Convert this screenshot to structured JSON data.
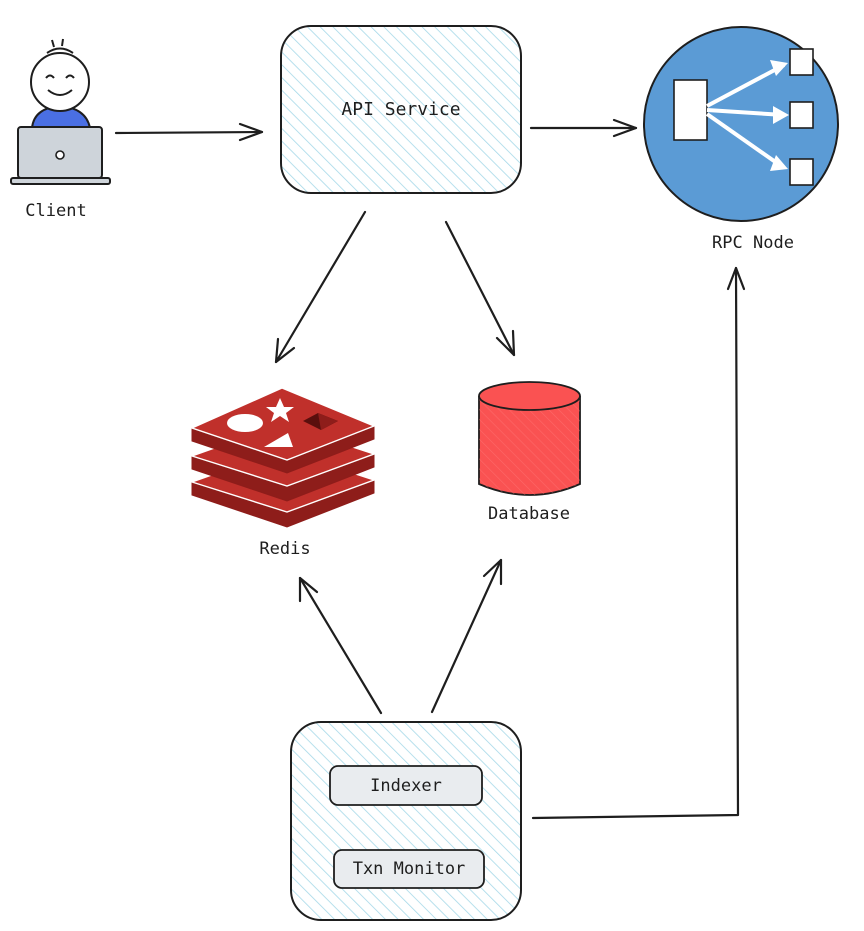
{
  "diagram": {
    "nodes": {
      "client": {
        "label": "Client",
        "icon": "user-laptop-icon"
      },
      "api_service": {
        "label": "API Service"
      },
      "rpc_node": {
        "label": "RPC Node",
        "icon": "network-hub-icon",
        "color": "#5b9bd5"
      },
      "redis": {
        "label": "Redis",
        "icon": "redis-logo-icon",
        "color": "#c0302b"
      },
      "database": {
        "label": "Database",
        "icon": "database-cylinder-icon",
        "color": "#fa5252"
      },
      "worker": {
        "items": [
          {
            "label": "Indexer"
          },
          {
            "label": "Txn Monitor"
          }
        ]
      }
    },
    "edges": [
      {
        "from": "client",
        "to": "api_service"
      },
      {
        "from": "api_service",
        "to": "rpc_node"
      },
      {
        "from": "api_service",
        "to": "redis"
      },
      {
        "from": "api_service",
        "to": "database"
      },
      {
        "from": "worker",
        "to": "redis"
      },
      {
        "from": "worker",
        "to": "database"
      },
      {
        "from": "worker",
        "to": "rpc_node"
      }
    ],
    "colors": {
      "hatch": "#a5d8e8",
      "stroke": "#1e1e1e",
      "user_body": "#4a6fe3",
      "laptop": "#ced4da",
      "inner_box_fill": "#e9ecef"
    }
  }
}
